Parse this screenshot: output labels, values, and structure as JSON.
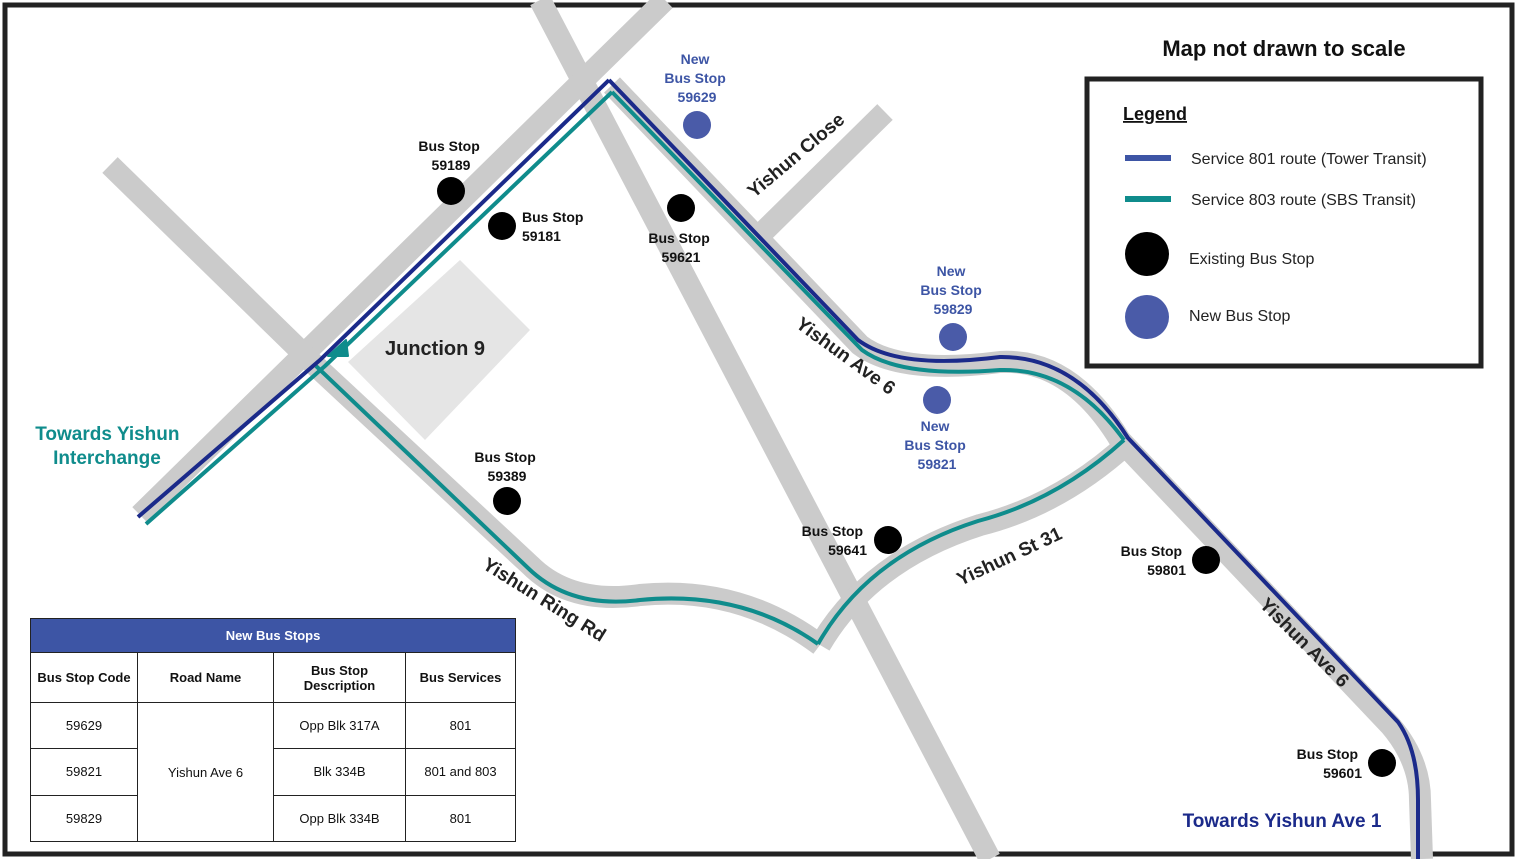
{
  "title": "Map not drawn to scale",
  "legend": {
    "title": "Legend",
    "items": [
      {
        "label": "Service 801 route (Tower Transit)",
        "color": "#1b2a8a"
      },
      {
        "label": "Service 803 route (SBS Transit)",
        "color": "#0f8c8c"
      },
      {
        "label": "Existing Bus Stop",
        "color": "#000000"
      },
      {
        "label": "New Bus Stop",
        "color": "#4a5ba8"
      }
    ]
  },
  "roads": {
    "yishun_close": "Yishun Close",
    "yishun_ave6_upper": "Yishun Ave 6",
    "yishun_ave6_lower": "Yishun Ave 6",
    "yishun_ring_rd": "Yishun Ring Rd",
    "yishun_st31": "Yishun St 31"
  },
  "places": {
    "junction9": "Junction 9",
    "towards_interchange": [
      "Towards Yishun",
      "Interchange"
    ],
    "towards_ave1": "Towards Yishun Ave 1"
  },
  "stops": {
    "s59189": {
      "lines": [
        "Bus Stop",
        "59189"
      ]
    },
    "s59181": {
      "lines": [
        "Bus Stop",
        "59181"
      ]
    },
    "s59621": {
      "lines": [
        "Bus Stop",
        "59621"
      ]
    },
    "s59629": {
      "lines": [
        "New",
        "Bus Stop",
        "59629"
      ]
    },
    "s59829": {
      "lines": [
        "New",
        "Bus Stop",
        "59829"
      ]
    },
    "s59821": {
      "lines": [
        "New",
        "Bus Stop",
        "59821"
      ]
    },
    "s59389": {
      "lines": [
        "Bus Stop",
        "59389"
      ]
    },
    "s59641": {
      "lines": [
        "Bus Stop",
        "59641"
      ]
    },
    "s59801": {
      "lines": [
        "Bus Stop",
        "59801"
      ]
    },
    "s59601": {
      "lines": [
        "Bus Stop",
        "59601"
      ]
    }
  },
  "table": {
    "caption": "New Bus Stops",
    "headers": [
      "Bus Stop Code",
      "Road Name",
      "Bus Stop Description",
      "Bus Services"
    ],
    "road_name": "Yishun Ave 6",
    "rows": [
      {
        "code": "59629",
        "description": "Opp Blk 317A",
        "services": "801"
      },
      {
        "code": "59821",
        "description": "Blk 334B",
        "services": "801 and 803"
      },
      {
        "code": "59829",
        "description": "Opp Blk 334B",
        "services": "801"
      }
    ]
  }
}
